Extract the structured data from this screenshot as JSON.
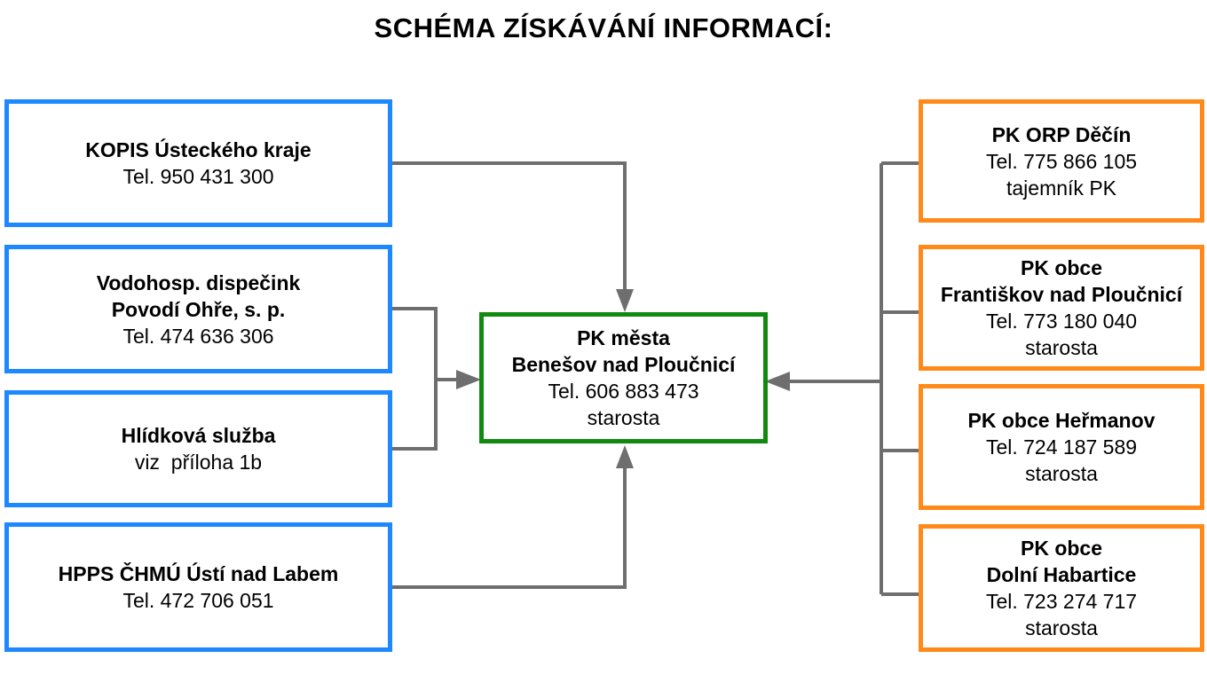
{
  "title": "SCHÉMA ZÍSKÁVÁNÍ INFORMACÍ:",
  "colors": {
    "left_border": "#1e88ff",
    "right_border": "#ff8a1a",
    "center_border": "#0f8a0f",
    "connector": "#6e6e6e"
  },
  "center": {
    "lines": [
      {
        "text": "PK města",
        "bold": true
      },
      {
        "text": "Benešov nad Ploučnicí",
        "bold": true
      },
      {
        "text": "Tel. 606 883 473",
        "bold": false
      },
      {
        "text": "starosta",
        "bold": false
      }
    ]
  },
  "left_sources": [
    {
      "lines": [
        {
          "text": "KOPIS Ústeckého kraje",
          "bold": true
        },
        {
          "text": "Tel. 950 431 300",
          "bold": false
        }
      ]
    },
    {
      "lines": [
        {
          "text": "Vodohosp. dispečink",
          "bold": true
        },
        {
          "text": "Povodí Ohře, s. p.",
          "bold": true
        },
        {
          "text": "Tel. 474 636 306",
          "bold": false
        }
      ]
    },
    {
      "lines": [
        {
          "text": "Hlídková služba",
          "bold": true
        },
        {
          "text": "viz  příloha 1b",
          "bold": false
        }
      ]
    },
    {
      "lines": [
        {
          "text": "HPPS ČHMÚ Ústí nad Labem",
          "bold": true
        },
        {
          "text": "Tel. 472 706 051",
          "bold": false
        }
      ]
    }
  ],
  "right_sources": [
    {
      "lines": [
        {
          "text": "PK ORP Děčín",
          "bold": true
        },
        {
          "text": "Tel. 775 866 105",
          "bold": false
        },
        {
          "text": "tajemník PK",
          "bold": false
        }
      ]
    },
    {
      "lines": [
        {
          "text": "PK obce",
          "bold": true
        },
        {
          "text": "Františkov nad Ploučnicí",
          "bold": true
        },
        {
          "text": "Tel. 773 180 040",
          "bold": false
        },
        {
          "text": "starosta",
          "bold": false
        }
      ]
    },
    {
      "lines": [
        {
          "text": "PK obce Heřmanov",
          "bold": true
        },
        {
          "text": "Tel. 724 187 589",
          "bold": false
        },
        {
          "text": "starosta",
          "bold": false
        }
      ]
    },
    {
      "lines": [
        {
          "text": "PK obce",
          "bold": true
        },
        {
          "text": "Dolní Habartice",
          "bold": true
        },
        {
          "text": "Tel. 723 274 717",
          "bold": false
        },
        {
          "text": "starosta",
          "bold": false
        }
      ]
    }
  ]
}
